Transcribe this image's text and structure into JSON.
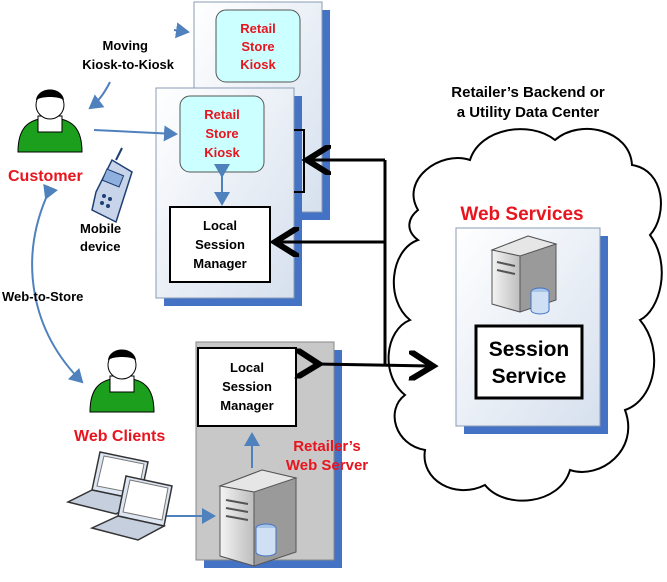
{
  "kiosk_back": {
    "line1": "Retail",
    "line2": "Store",
    "line3": "Kiosk"
  },
  "kiosk_front": {
    "line1": "Retail",
    "line2": "Store",
    "line3": "Kiosk"
  },
  "local_session_top": {
    "line1": "Local",
    "line2": "Session",
    "line3": "Manager"
  },
  "local_session_bottom": {
    "line1": "Local",
    "line2": "Session",
    "line3": "Manager"
  },
  "labels": {
    "moving_line1": "Moving",
    "moving_line2": "Kiosk-to-Kiosk",
    "customer": "Customer",
    "mobile_line1": "Mobile",
    "mobile_line2": "device",
    "web_to_store": "Web-to-Store",
    "web_clients": "Web Clients",
    "retailer_web_line1": "Retailer’s",
    "retailer_web_line2": "Web Server",
    "backend_line1": "Retailer’s Backend or",
    "backend_line2": "a Utility Data Center",
    "web_services": "Web Services"
  },
  "session_service": {
    "line1": "Session",
    "line2": "Service"
  },
  "colors": {
    "accent_red": "#e8141e",
    "arrow_blue": "#4f81bd",
    "shadow_blue": "#4472c4",
    "kiosk_fill": "#ccffff",
    "person_green": "#1c9f1c"
  }
}
